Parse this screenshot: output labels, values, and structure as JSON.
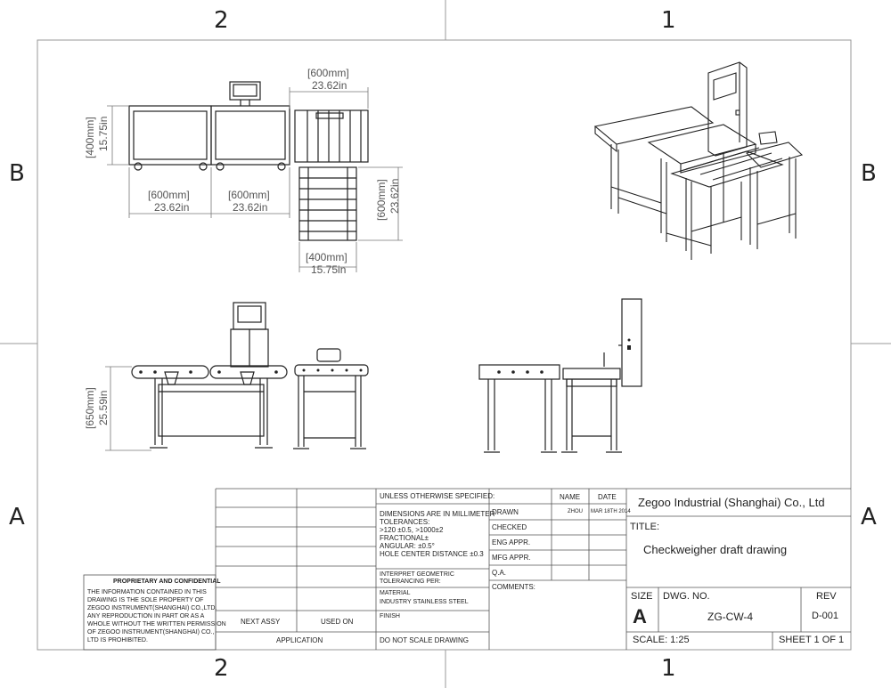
{
  "zones": {
    "top_left": "2",
    "top_right": "1",
    "bottom_left": "2",
    "bottom_right": "1",
    "left_upper": "B",
    "left_lower": "A",
    "right_upper": "B",
    "right_lower": "A"
  },
  "dims": {
    "top_len_mm": "[600mm]",
    "top_len_in": "23.62in",
    "left_h_mm": "[400mm]",
    "left_h_in": "15.75in",
    "b1_mm": "[600mm]",
    "b1_in": "23.62in",
    "b2_mm": "[600mm]",
    "b2_in": "23.62in",
    "vr_mm": "[600mm]",
    "vr_in": "23.62in",
    "bot_mm": "[400mm]",
    "bot_in": "15.75in",
    "height_mm": "[650mm]",
    "height_in": "25.59in"
  },
  "title_block": {
    "proprietary_title": "PROPRIETARY AND CONFIDENTIAL",
    "proprietary_text": [
      "THE INFORMATION CONTAINED IN THIS",
      "DRAWING IS THE SOLE PROPERTY OF",
      "ZEGOO INSTRUMENT(SHANGHAI) CO.,LTD.",
      "ANY REPRODUCTION IN PART OR AS A",
      "WHOLE  WITHOUT THE WRITTEN PERMISSION",
      "OF ZEGOO INSTRUMENT(SHANGHAI) CO.,",
      "LTD IS PROHIBITED."
    ],
    "next_assy": "NEXT ASSY",
    "used_on": "USED ON",
    "application": "APPLICATION",
    "unless": "UNLESS OTHERWISE SPECIFIED:",
    "dimensions": [
      "DIMENSIONS ARE IN MILLIMETER",
      "TOLERANCES:",
      "  >120 ±0.5, >1000±2",
      "FRACTIONAL±",
      "ANGULAR: ±0.5°",
      "HOLE CENTER DISTANCE ±0.3"
    ],
    "interpret": [
      "INTERPRET GEOMETRIC",
      "TOLERANCING PER:"
    ],
    "material_label": "MATERIAL",
    "material_value": "INDUSTRY STAINLESS STEEL",
    "finish": "FINISH",
    "do_not_scale": "DO NOT SCALE DRAWING",
    "name_hdr": "NAME",
    "date_hdr": "DATE",
    "drawn": "DRAWN",
    "drawn_name": "ZHOU",
    "drawn_date": "MAR 18TH 2014",
    "checked": "CHECKED",
    "eng_appr": "ENG APPR.",
    "mfg_appr": "MFG APPR.",
    "qa": "Q.A.",
    "comments": "COMMENTS:",
    "company": "Zegoo Industrial (Shanghai) Co., Ltd",
    "title_label": "TITLE:",
    "title": "Checkweigher draft drawing",
    "size_label": "SIZE",
    "size": "A",
    "dwg_label": "DWG.  NO.",
    "dwg_no": "ZG-CW-4",
    "rev_label": "REV",
    "rev": "D-001",
    "scale": "SCALE: 1:25",
    "sheet": "SHEET 1 OF 1"
  }
}
